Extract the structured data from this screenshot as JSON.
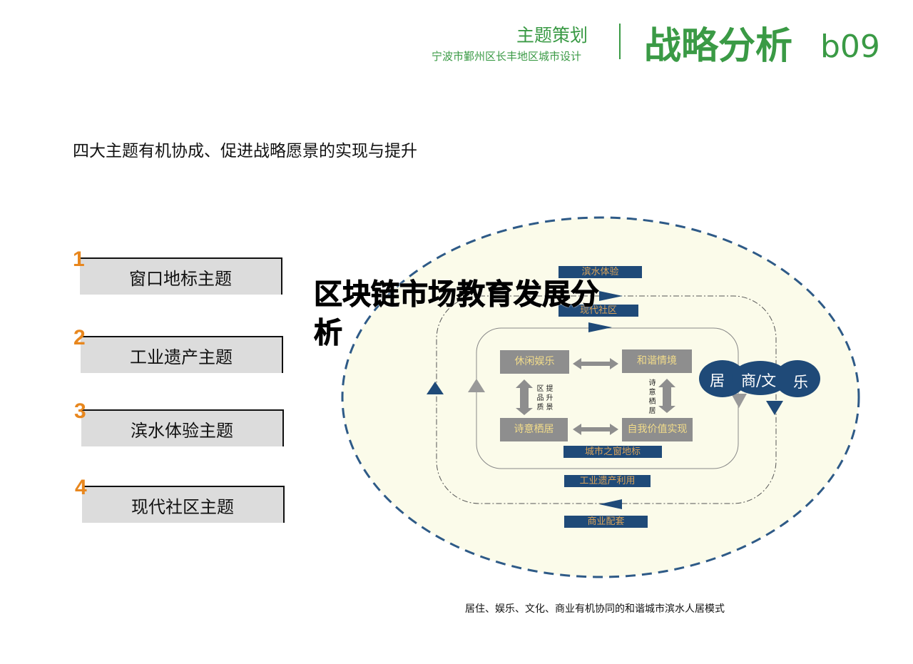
{
  "header": {
    "subtitle": "主题策划",
    "project": "宁波市鄞州区长丰地区城市设计",
    "title": "战略分析",
    "page_code": "b09"
  },
  "heading": "四大主题有机协成、促进战略愿景的实现与提升",
  "themes": [
    {
      "number": "1",
      "label": "窗口地标主题"
    },
    {
      "number": "2",
      "label": "工业遗产主题"
    },
    {
      "number": "3",
      "label": "滨水体验主题"
    },
    {
      "number": "4",
      "label": "现代社区主题"
    }
  ],
  "diagram": {
    "flow_labels": [
      "滨水体验",
      "现代社区",
      "城市之窗地标",
      "工业遗产利用",
      "商业配套"
    ],
    "core_boxes": [
      "休闲娱乐",
      "和谐情境",
      "诗意栖居",
      "自我价值实现"
    ],
    "vertical_left": {
      "col1": "区品质",
      "col2": "提升景"
    },
    "vertical_right": "诗意栖居",
    "nodes": [
      "居",
      "商/文",
      "乐"
    ]
  },
  "caption": "居住、娱乐、文化、商业有机协同的和谐城市滨水人居模式",
  "overlay": {
    "line1": "区块链市场教育发展分",
    "line2": "析"
  },
  "colors": {
    "brand_green": "#3a9a45",
    "navy": "#1f4a78",
    "accent_orange": "#e8871e",
    "ellipse_fill": "#fbfbea",
    "grey_box": "#8e8e8e"
  }
}
